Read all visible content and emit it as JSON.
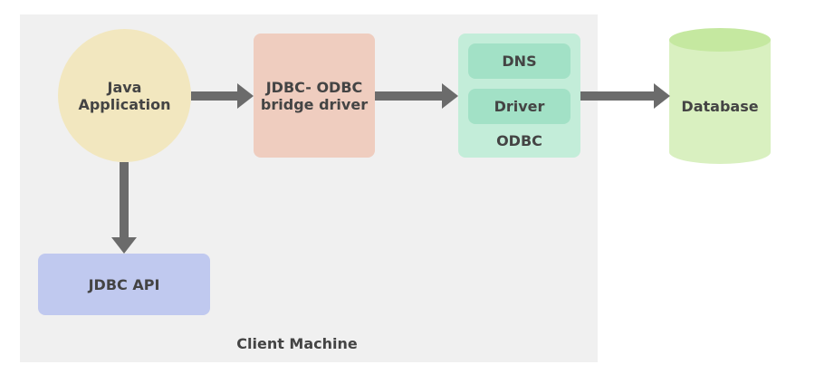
{
  "diagram": {
    "client_machine": {
      "label": "Client Machine"
    },
    "java_application": {
      "line1": "Java",
      "line2": "Application"
    },
    "bridge_driver": {
      "line1": "JDBC- ODBC",
      "line2": "bridge driver"
    },
    "odbc": {
      "label": "ODBC",
      "dns_label": "DNS",
      "driver_label": "Driver"
    },
    "jdbc_api": {
      "label": "JDBC API"
    },
    "database": {
      "label": "Database"
    }
  },
  "colors": {
    "client_machine_bg": "#f0f0f0",
    "java_application": "#f2e7bf",
    "bridge_driver": "#efcdbf",
    "odbc_outer": "#c3edd9",
    "odbc_inner": "#a2e1c6",
    "jdbc_api": "#c0c9ef",
    "database_body": "#d9f0c0",
    "database_top": "#c5e8a0",
    "arrow": "#6b6b6b",
    "text": "#444444"
  }
}
